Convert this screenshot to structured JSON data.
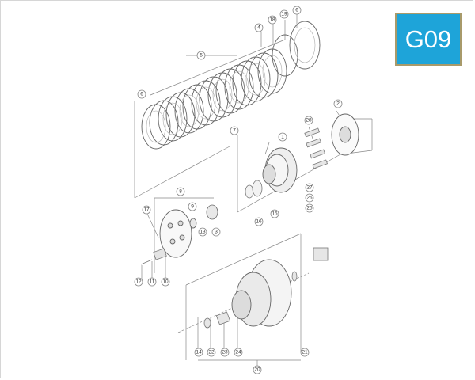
{
  "diagram": {
    "code": "G09",
    "badge_color": "#1ea4d9",
    "badge_border": "#a89a6a",
    "line_color": "#777777",
    "callouts": [
      "6",
      "19",
      "18",
      "4",
      "5",
      "6",
      "2",
      "28",
      "7",
      "1",
      "8",
      "9",
      "3",
      "13",
      "17",
      "16",
      "15",
      "27",
      "26",
      "25",
      "12",
      "11",
      "10",
      "14",
      "22",
      "23",
      "24",
      "21",
      "20"
    ]
  }
}
